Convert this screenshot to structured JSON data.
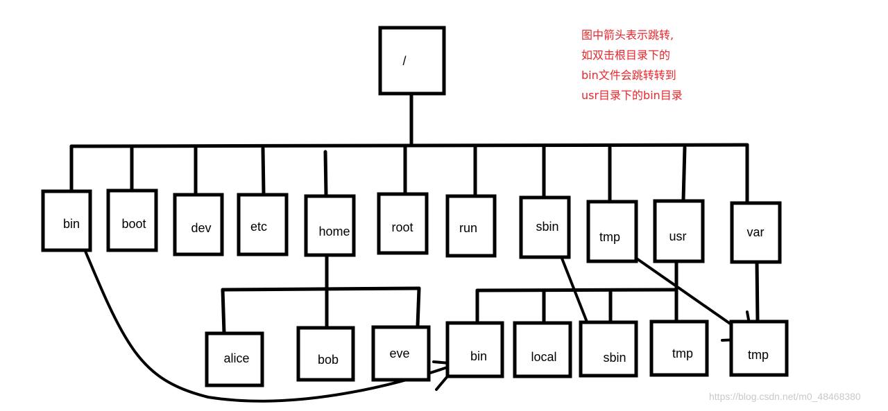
{
  "diagram": {
    "root": {
      "label": "/"
    },
    "top_dirs": [
      {
        "id": "bin",
        "label": "bin"
      },
      {
        "id": "boot",
        "label": "boot"
      },
      {
        "id": "dev",
        "label": "dev"
      },
      {
        "id": "etc",
        "label": "etc"
      },
      {
        "id": "home",
        "label": "home"
      },
      {
        "id": "root",
        "label": "root"
      },
      {
        "id": "run",
        "label": "run"
      },
      {
        "id": "sbin",
        "label": "sbin"
      },
      {
        "id": "tmp",
        "label": "tmp"
      },
      {
        "id": "usr",
        "label": "usr"
      },
      {
        "id": "var",
        "label": "var"
      }
    ],
    "home_children": [
      {
        "id": "alice",
        "label": "alice"
      },
      {
        "id": "bob",
        "label": "bob"
      },
      {
        "id": "eve",
        "label": "eve"
      }
    ],
    "usr_children": [
      {
        "id": "usr-bin",
        "label": "bin"
      },
      {
        "id": "usr-local",
        "label": "local"
      },
      {
        "id": "usr-sbin",
        "label": "sbin"
      },
      {
        "id": "usr-tmp",
        "label": "tmp"
      }
    ],
    "var_children": [
      {
        "id": "var-tmp",
        "label": "tmp"
      }
    ],
    "jumps": [
      {
        "from": "bin",
        "to": "usr-bin"
      },
      {
        "from": "sbin",
        "to": "usr-sbin"
      },
      {
        "from": "tmp",
        "to": "var-tmp"
      }
    ]
  },
  "note": {
    "lines": [
      "图中箭头表示跳转,",
      "如双击根目录下的",
      "bin文件会跳转转到",
      "usr目录下的bin目录"
    ],
    "color": "#e8262b"
  },
  "watermark": "https://blog.csdn.net/m0_48468380"
}
